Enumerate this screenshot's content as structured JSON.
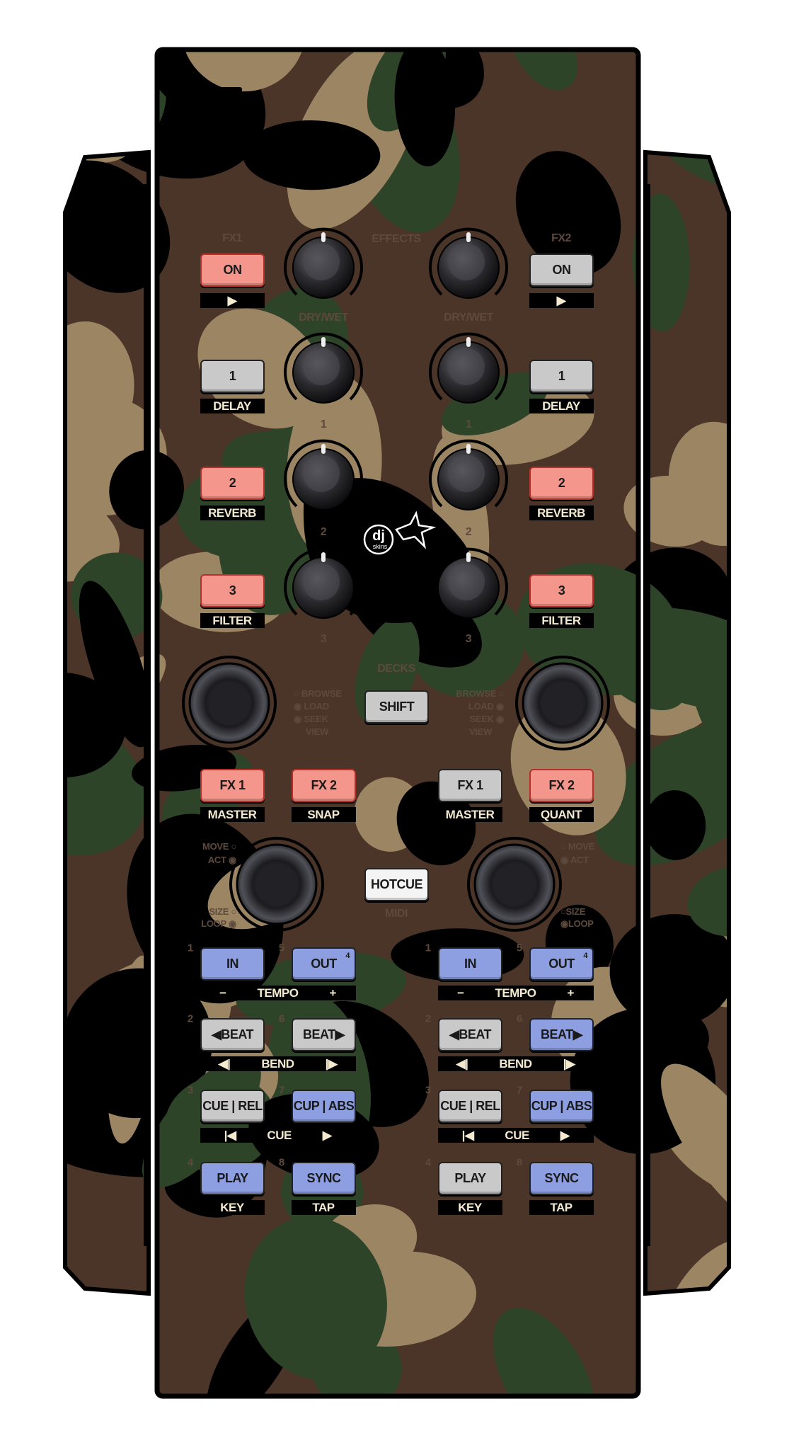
{
  "colors": {
    "pink": "#f4968b",
    "gray": "#c9c9c9",
    "blue": "#8d9fe0",
    "white": "#f4f4f4",
    "label_text": "#f3ead0",
    "faint_text": "#5d4a3d",
    "camo_brown": "#4b3428",
    "camo_tan": "#9c8563",
    "camo_green": "#2e4429",
    "camo_black": "#000000"
  },
  "logo": {
    "main": "dj",
    "sub": "skins"
  },
  "effects": {
    "left_title": "FX1",
    "center_title": "EFFECTS",
    "right_title": "FX2",
    "drywet_label": "DRY/WET",
    "knob_labels": [
      "1",
      "2",
      "3"
    ],
    "left": {
      "on": {
        "label": "ON",
        "state": "pink"
      },
      "arrow": "▶",
      "buttons": [
        {
          "label": "1",
          "sub": "DELAY",
          "state": "gray"
        },
        {
          "label": "2",
          "sub": "REVERB",
          "state": "pink"
        },
        {
          "label": "3",
          "sub": "FILTER",
          "state": "pink"
        }
      ]
    },
    "right": {
      "on": {
        "label": "ON",
        "state": "gray"
      },
      "arrow": "▶",
      "buttons": [
        {
          "label": "1",
          "sub": "DELAY",
          "state": "gray"
        },
        {
          "label": "2",
          "sub": "REVERB",
          "state": "pink"
        },
        {
          "label": "3",
          "sub": "FILTER",
          "state": "pink"
        }
      ]
    }
  },
  "decks": {
    "title": "DECKS",
    "shift": "SHIFT",
    "left_modes": [
      "○ BROWSE",
      "◉ LOAD",
      "◉ SEEK",
      "VIEW"
    ],
    "right_modes": [
      "BROWSE ○",
      "LOAD ◉",
      "SEEK ◉",
      "VIEW"
    ]
  },
  "fx_assign": {
    "left": [
      {
        "label": "FX 1",
        "sub": "MASTER",
        "state": "pink"
      },
      {
        "label": "FX 2",
        "sub": "SNAP",
        "state": "pink"
      }
    ],
    "right": [
      {
        "label": "FX 1",
        "sub": "MASTER",
        "state": "gray"
      },
      {
        "label": "FX 2",
        "sub": "QUANT",
        "state": "pink"
      }
    ]
  },
  "loop": {
    "hotcue": "HOTCUE",
    "midi": "MIDI",
    "left_labels": [
      "MOVE ○",
      "ACT ◉",
      "SIZE ○",
      "LOOP ◉"
    ],
    "right_labels": [
      "○ MOVE",
      "◉ ACT",
      "○SIZE",
      "◉LOOP"
    ]
  },
  "transport": {
    "left": {
      "rows": [
        {
          "nums": [
            "1",
            "5"
          ],
          "buttons": [
            {
              "label": "IN",
              "state": "blue"
            },
            {
              "label": "OUT",
              "sup": "4",
              "state": "blue"
            }
          ],
          "sub": [
            "−",
            "TEMPO",
            "+"
          ]
        },
        {
          "nums": [
            "2",
            "6"
          ],
          "buttons": [
            {
              "label": "◀BEAT",
              "state": "gray"
            },
            {
              "label": "BEAT▶",
              "state": "gray"
            }
          ],
          "sub": [
            "◀|",
            "BEND",
            "|▶"
          ]
        },
        {
          "nums": [
            "3",
            "7"
          ],
          "buttons": [
            {
              "label": "CUE | REL",
              "state": "gray"
            },
            {
              "label": "CUP | ABS",
              "state": "blue"
            }
          ],
          "sub": [
            "|◀",
            "CUE",
            "▶"
          ]
        },
        {
          "nums": [
            "4",
            "8"
          ],
          "buttons": [
            {
              "label": "PLAY",
              "state": "blue"
            },
            {
              "label": "SYNC",
              "state": "blue"
            }
          ],
          "subs": [
            "KEY",
            "TAP"
          ]
        }
      ]
    },
    "right": {
      "rows": [
        {
          "nums": [
            "1",
            "5"
          ],
          "buttons": [
            {
              "label": "IN",
              "state": "blue"
            },
            {
              "label": "OUT",
              "sup": "4",
              "state": "blue"
            }
          ],
          "sub": [
            "−",
            "TEMPO",
            "+"
          ]
        },
        {
          "nums": [
            "2",
            "6"
          ],
          "buttons": [
            {
              "label": "◀BEAT",
              "state": "gray"
            },
            {
              "label": "BEAT▶",
              "state": "blue"
            }
          ],
          "sub": [
            "◀|",
            "BEND",
            "|▶"
          ]
        },
        {
          "nums": [
            "3",
            "7"
          ],
          "buttons": [
            {
              "label": "CUE | REL",
              "state": "gray"
            },
            {
              "label": "CUP | ABS",
              "state": "blue"
            }
          ],
          "sub": [
            "|◀",
            "CUE",
            "▶"
          ]
        },
        {
          "nums": [
            "4",
            "8"
          ],
          "buttons": [
            {
              "label": "PLAY",
              "state": "gray"
            },
            {
              "label": "SYNC",
              "state": "blue"
            }
          ],
          "subs": [
            "KEY",
            "TAP"
          ]
        }
      ]
    }
  }
}
